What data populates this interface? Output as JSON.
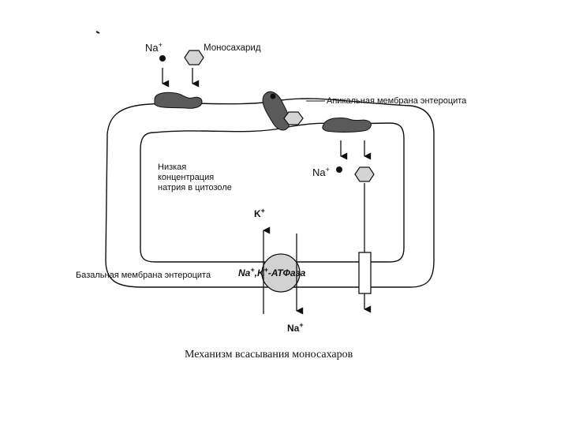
{
  "labels": {
    "na_top": "Na",
    "na_top_sup": "+",
    "monosaccharide": "Моносахарид",
    "apical_membrane": "Апикальная мембрана энтероцита",
    "low_conc_line1": "Низкая",
    "low_conc_line2": "концентрация",
    "low_conc_line3": "натрия в цитозоле",
    "na_inside": "Na",
    "na_inside_sup": "+",
    "k_in": "K",
    "k_in_sup": "+",
    "basal_membrane": "Базальная мембрана энтероцита",
    "atpase_na": "Na",
    "atpase_na_sup": "+",
    "atpase_comma": ",K",
    "atpase_k_sup": "+",
    "atpase_rest": "-АТФаза",
    "na_out": "Na",
    "na_out_sup": "+"
  },
  "caption": "Механизм всасывания моносахаров",
  "colors": {
    "line": "#111111",
    "transporter": "#5a5a5a",
    "hexagon_fill": "#d4d4d4",
    "atpase_fill": "#d2d2d2"
  }
}
